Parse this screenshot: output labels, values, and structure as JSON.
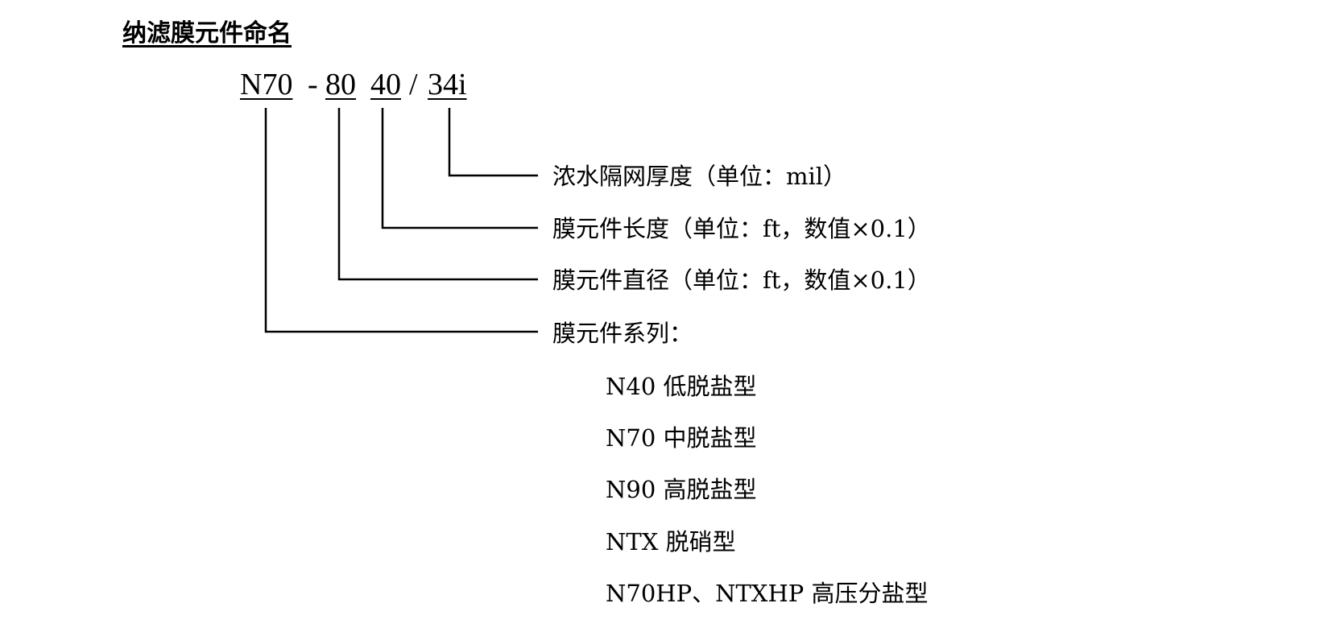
{
  "title": "纳滤膜元件命名",
  "code": {
    "series": "N70",
    "sep1": "-",
    "diameter": "80",
    "length": "40",
    "sep2": "/",
    "spacer": "34i"
  },
  "descriptions": [
    "浓水隔网厚度（单位：mil）",
    "膜元件长度（单位：ft，数值×0.1）",
    "膜元件直径（单位：ft，数值×0.1）",
    "膜元件系列："
  ],
  "series_list": [
    "N40 低脱盐型",
    "N70 中脱盐型",
    "N90 高脱盐型",
    "NTX 脱硝型",
    "N70HP、NTXHP 高压分盐型"
  ]
}
